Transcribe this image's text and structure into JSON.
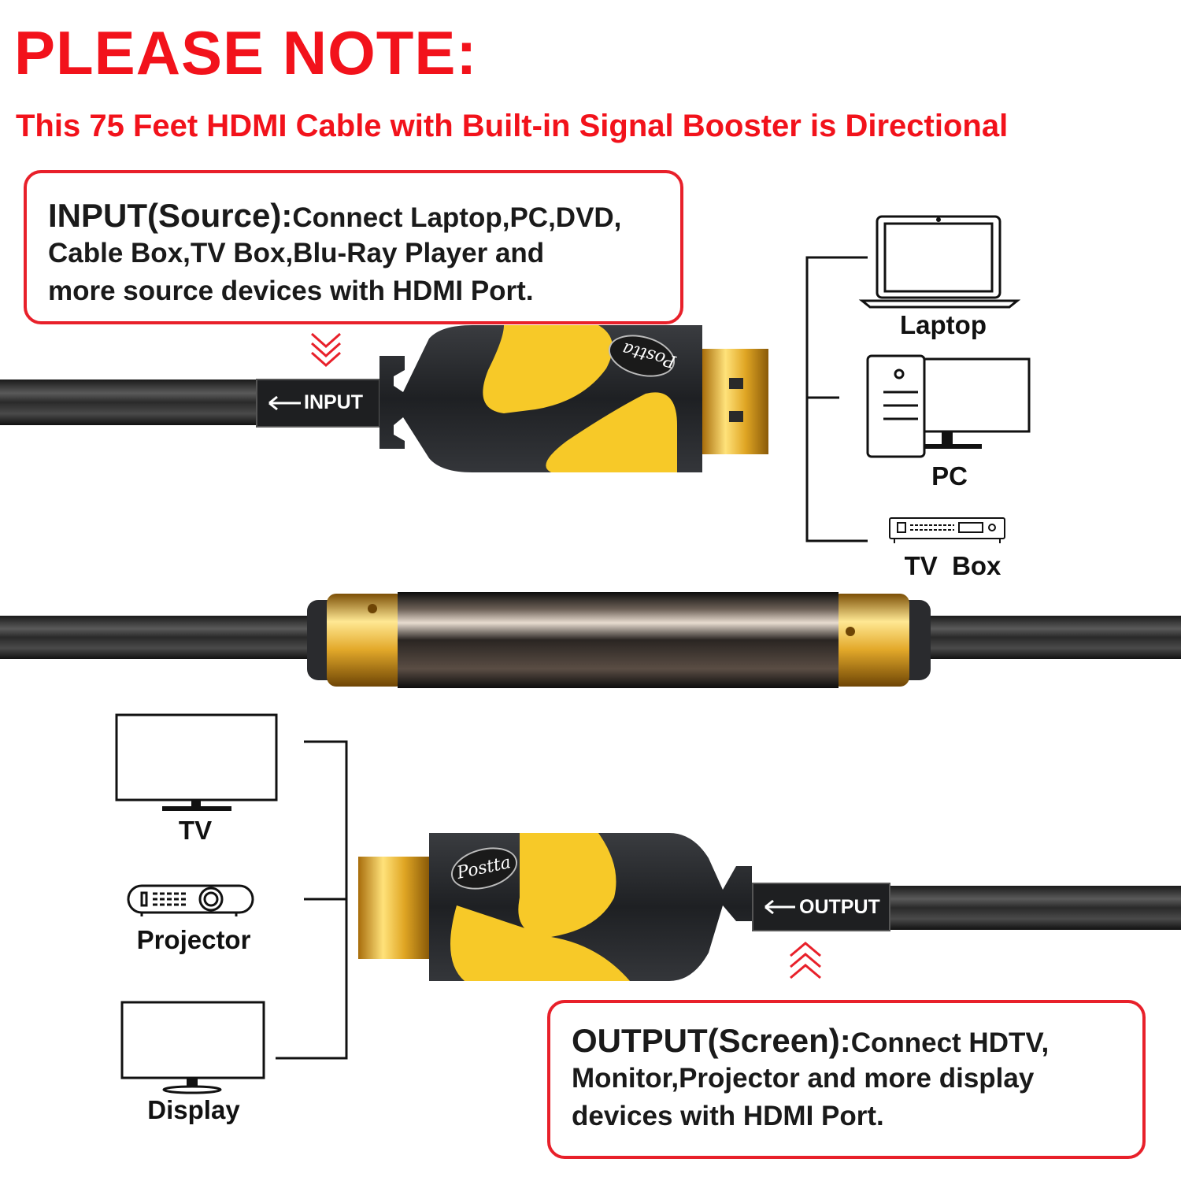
{
  "header": {
    "title": "PLEASE NOTE:",
    "subtitle": "This 75 Feet HDMI Cable with Built-in Signal Booster is Directional"
  },
  "input_note": {
    "lead": "INPUT(Source):",
    "line1": "Connect Laptop,PC,DVD,",
    "line2": "Cable Box,TV Box,Blu-Ray Player and",
    "line3": "more source devices with HDMI Port."
  },
  "output_note": {
    "lead": "OUTPUT(Screen):",
    "line1": "Connect HDTV,",
    "line2": "Monitor,Projector and more display",
    "line3": "devices with HDMI Port."
  },
  "cable": {
    "input_tag": "INPUT",
    "output_tag": "OUTPUT",
    "brand": "Postta"
  },
  "source_devices": [
    {
      "label": "Laptop",
      "icon": "laptop-icon"
    },
    {
      "label": "PC",
      "icon": "pc-icon"
    },
    {
      "label": "TV  Box",
      "icon": "tv-box-icon"
    }
  ],
  "display_devices": [
    {
      "label": "TV",
      "icon": "tv-icon"
    },
    {
      "label": "Projector",
      "icon": "projector-icon"
    },
    {
      "label": "Display",
      "icon": "display-icon"
    }
  ],
  "colors": {
    "accent_red": "#f2121b",
    "box_border": "#e8202a",
    "connector_yellow": "#f7c928",
    "connector_black": "#2b2d30",
    "gold": "#d9a520"
  }
}
